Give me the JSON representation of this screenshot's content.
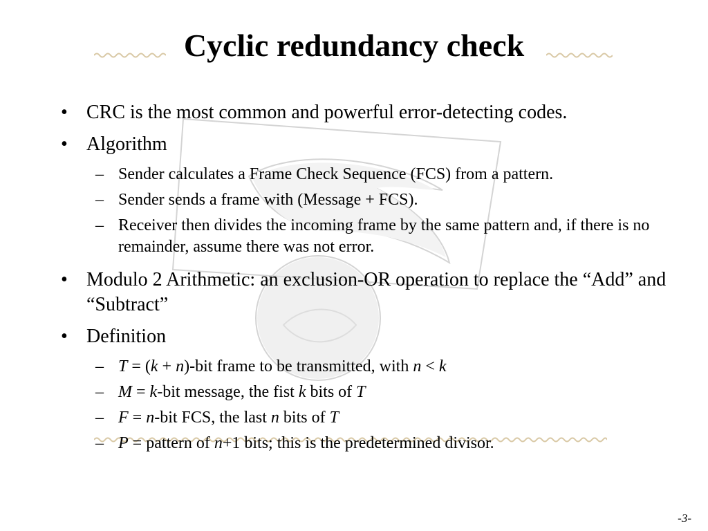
{
  "slide": {
    "title": "Cyclic redundancy check",
    "bullets": {
      "crc": "CRC is the most common and powerful error-detecting codes.",
      "algorithm": "Algorithm",
      "alg_items": [
        "Sender calculates a Frame Check Sequence (FCS) from a pattern.",
        "Sender sends a frame with (Message + FCS).",
        "Receiver then divides the incoming frame by the same pattern and, if there is no remainder, assume there was not error."
      ],
      "modulo": "Modulo 2 Arithmetic: an exclusion-OR operation to replace the “Add” and “Subtract”",
      "definition": "Definition",
      "def_items": {
        "t": {
          "var": "T",
          "eq": " = (",
          "k": "k",
          "plus": " + ",
          "n": "n",
          "rest": ")-bit frame to be transmitted, with ",
          "n2": "n",
          "lt": " < ",
          "k2": "k"
        },
        "m": {
          "var": "M",
          "eq": " = ",
          "k": "k",
          "rest": "-bit message, the fist ",
          "k2": "k",
          "rest2": " bits of ",
          "t": "T"
        },
        "f": {
          "var": "F",
          "eq": " = ",
          "n": "n",
          "rest": "-bit FCS, the last ",
          "n2": "n",
          "rest2": " bits of ",
          "t": "T"
        },
        "p": {
          "var": "P",
          "eq": " = ",
          "rest": "pattern of ",
          "n": "n",
          "rest2": "+1 bits; this is the predetermined divisor."
        }
      }
    },
    "bullet_symbol": "•",
    "dash_symbol": "–",
    "page_number": "-3-"
  },
  "colors": {
    "text": "#000000",
    "watermark": "#cfcfcf",
    "wave": "#d9c9a6"
  }
}
